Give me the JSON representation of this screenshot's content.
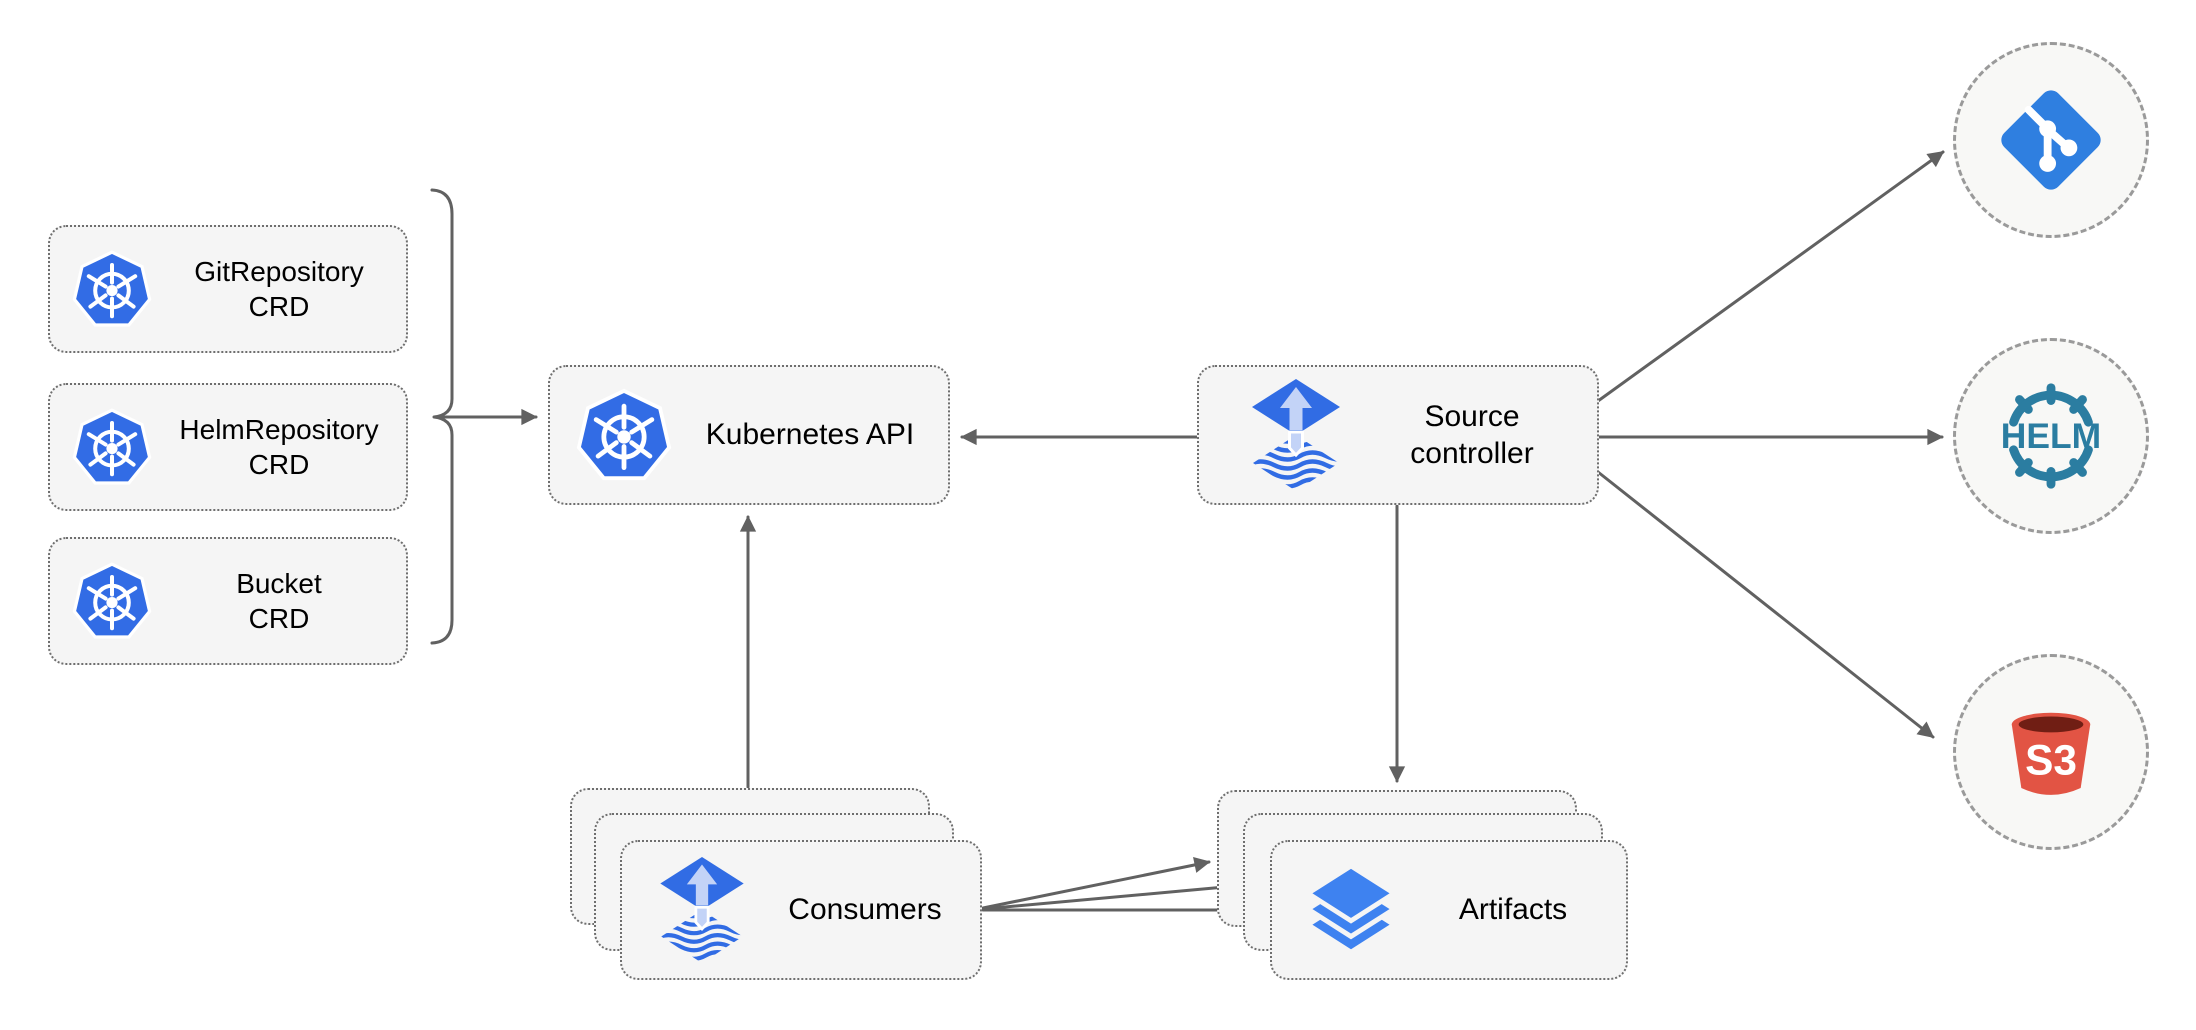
{
  "diagram": {
    "description": "Flux source-controller architecture diagram",
    "colors": {
      "background": "#ffffff",
      "node_fill": "#f5f5f5",
      "node_border": "#6e6e6e",
      "arrow": "#616161",
      "circle_border": "#9a9a9a",
      "circle_fill": "#f8f8f6",
      "kubernetes_blue": "#326CE5",
      "flux_blue": "#316CE4",
      "flux_arrow_light": "#C3D3F7",
      "artifacts_blue": "#3E82F0",
      "git_blue": "#2F7FE0",
      "helm_teal": "#2B7DA1",
      "s3_red": "#E25444",
      "s3_dark": "#701E14"
    },
    "crd_group": {
      "items": [
        {
          "line1": "GitRepository",
          "line2": "CRD",
          "icon": "kubernetes-icon"
        },
        {
          "line1": "HelmRepository",
          "line2": "CRD",
          "icon": "kubernetes-icon"
        },
        {
          "line1": "Bucket",
          "line2": "CRD",
          "icon": "kubernetes-icon"
        }
      ]
    },
    "nodes": {
      "kubernetes_api": {
        "label": "Kubernetes API",
        "icon": "kubernetes-icon"
      },
      "source_controller": {
        "line1": "Source",
        "line2": "controller",
        "icon": "flux-icon"
      },
      "consumers": {
        "label": "Consumers",
        "icon": "flux-icon",
        "stack_count": 3
      },
      "artifacts": {
        "label": "Artifacts",
        "icon": "layers-icon",
        "stack_count": 3
      }
    },
    "external_sources": {
      "git": {
        "icon": "git-icon"
      },
      "helm": {
        "icon": "helm-icon",
        "logo_text": "HELM"
      },
      "s3": {
        "icon": "s3-bucket-icon",
        "logo_text": "S3"
      }
    },
    "edges": [
      {
        "from": "crd-group-brace",
        "to": "kubernetes-api",
        "arrow": true
      },
      {
        "from": "source-controller",
        "to": "kubernetes-api",
        "arrow": true
      },
      {
        "from": "consumers",
        "to": "kubernetes-api",
        "arrow": true
      },
      {
        "from": "source-controller",
        "to": "git-circle",
        "arrow": true
      },
      {
        "from": "source-controller",
        "to": "helm-circle",
        "arrow": true
      },
      {
        "from": "source-controller",
        "to": "s3-circle",
        "arrow": true
      },
      {
        "from": "source-controller",
        "to": "artifacts",
        "arrow": true
      },
      {
        "from": "consumers",
        "to": "artifacts-back",
        "arrow": true
      },
      {
        "from": "consumers",
        "to": "artifacts-middle",
        "arrow": true
      },
      {
        "from": "consumers",
        "to": "artifacts-front",
        "arrow": true
      }
    ]
  }
}
